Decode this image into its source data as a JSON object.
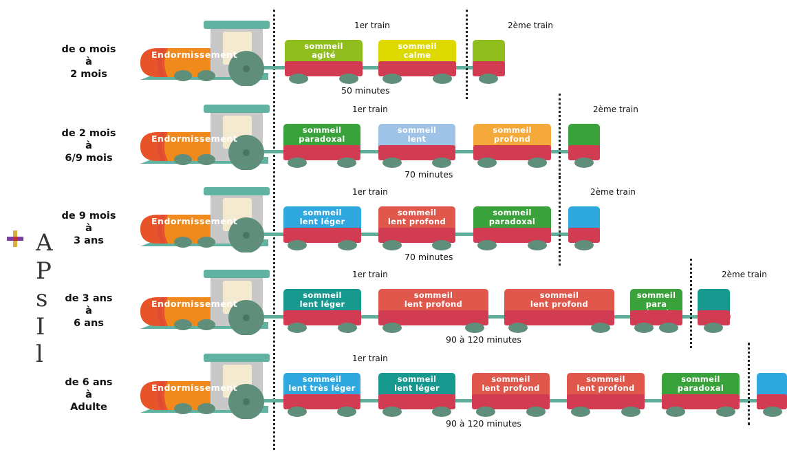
{
  "slide": {
    "bullet_icon": "cross-bullet-icon",
    "text_lines": [
      "A",
      "P",
      "s",
      "I",
      "l"
    ]
  },
  "colors": {
    "rail": "#5fae9c",
    "car_base": "#d23c53",
    "wheel": "#5f8f7a",
    "loco_cab": "#c8c8c8",
    "loco_window": "#f4ead0",
    "loco_roof": "#5fb3a0",
    "loco_body": "#f08a1c"
  },
  "locomotive_label": "Endormissement",
  "rows": [
    {
      "age": "de o mois\nà\n2 mois",
      "train1": "1er train",
      "train2": "2ème train",
      "duration": "50 minutes",
      "cars": [
        {
          "label": "sommeil\nagité",
          "color": "#8fbe1e"
        },
        {
          "label": "sommeil\ncalme",
          "color": "#dcd800"
        }
      ],
      "next_car_color": "#8fbe1e"
    },
    {
      "age": "de 2 mois\nà\n6/9 mois",
      "train1": "1er train",
      "train2": "2ème train",
      "duration": "70 minutes",
      "cars": [
        {
          "label": "sommeil\nparadoxal",
          "color": "#3aa23a"
        },
        {
          "label": "sommeil\nlent",
          "color": "#9ec3e6"
        },
        {
          "label": "sommeil\nprofond",
          "color": "#f5a93a"
        }
      ],
      "next_car_color": "#3aa23a"
    },
    {
      "age": "de 9 mois\nà\n3 ans",
      "train1": "1er train",
      "train2": "2ème train",
      "duration": "70 minutes",
      "cars": [
        {
          "label": "sommeil\nlent léger",
          "color": "#2fa8e0"
        },
        {
          "label": "sommeil\nlent profond",
          "color": "#e0574b"
        },
        {
          "label": "sommeil\nparadoxal",
          "color": "#3aa23a"
        }
      ],
      "next_car_color": "#2fa8e0"
    },
    {
      "age": "de 3 ans\nà\n6 ans",
      "train1": "1er train",
      "train2": "2ème train",
      "duration": "90 à 120 minutes",
      "cars": [
        {
          "label": "sommeil\nlent léger",
          "color": "#17998f"
        },
        {
          "label": "sommeil\nlent profond",
          "color": "#e0574b"
        },
        {
          "label": "sommeil\nlent profond",
          "color": "#e0574b"
        },
        {
          "label": "sommeil\npara\ndoxal",
          "color": "#3aa23a"
        }
      ],
      "next_car_color": "#17998f"
    },
    {
      "age": "de 6 ans\nà\nAdulte",
      "train1": "1er train",
      "train2": "",
      "duration": "90 à 120 minutes",
      "cars": [
        {
          "label": "sommeil\nlent très léger",
          "color": "#2fa8e0"
        },
        {
          "label": "sommeil\nlent léger",
          "color": "#17998f"
        },
        {
          "label": "sommeil\nlent profond",
          "color": "#e0574b"
        },
        {
          "label": "sommeil\nlent profond",
          "color": "#e0574b"
        },
        {
          "label": "sommeil\nparadoxal",
          "color": "#3aa23a"
        }
      ],
      "next_car_color": "#2fa8e0"
    }
  ]
}
